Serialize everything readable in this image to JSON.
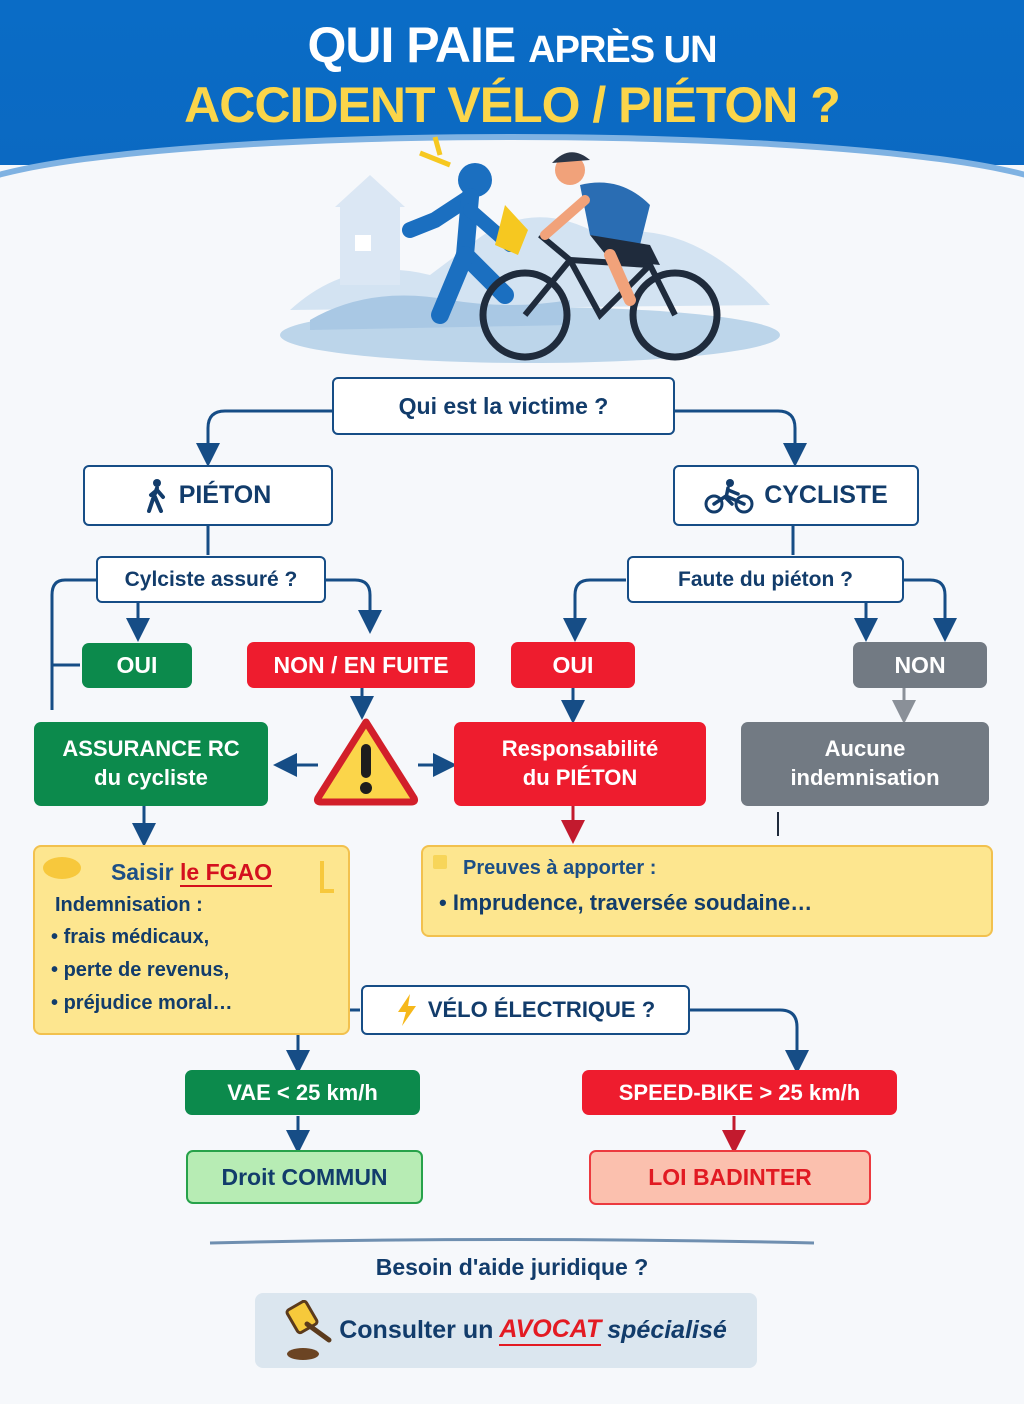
{
  "header": {
    "title_line1_strong": "QUI PAIE",
    "title_line1_small": "APRÈS UN",
    "title_line2": "ACCIDENT VÉLO / PIÉTON ?"
  },
  "illustration": {
    "description": "pedestrian-hit-by-cyclist"
  },
  "flow": {
    "root": "Qui est la victime ?",
    "pedestrian_branch": {
      "label": "PIÉTON",
      "question": "Cylciste assuré ?",
      "yes": "OUI",
      "no": "NON / EN FUITE",
      "yes_result_line1": "ASSURANCE RC",
      "yes_result_line2": "du cycliste",
      "fgao_note": {
        "title_prefix": "Saisir",
        "title_highlight": "le FGAO",
        "subtitle": "Indemnisation :",
        "items": [
          "frais médicaux,",
          "perte de revenus,",
          "préjudice moral…"
        ]
      }
    },
    "cyclist_branch": {
      "label": "CYCLISTE",
      "question": "Faute du piéton ?",
      "yes": "OUI",
      "no": "NON",
      "yes_result_line1": "Responsabilité",
      "yes_result_line2": "du PIÉTON",
      "no_result_line1": "Aucune",
      "no_result_line2": "indemnisation",
      "proof_note": {
        "title": "Preuves à apporter :",
        "items": [
          "Imprudence, traversée soudaine…"
        ]
      }
    },
    "electric": {
      "question": "VÉLO ÉLECTRIQUE ?",
      "left_option": "VAE < 25 km/h",
      "left_result": "Droit COMMUN",
      "right_option": "SPEED-BIKE > 25 km/h",
      "right_result": "LOI BADINTER"
    }
  },
  "footer": {
    "question": "Besoin d'aide juridique ?",
    "cta_prefix": "Consulter un",
    "cta_highlight": "AVOCAT",
    "cta_suffix": "spécialisé"
  },
  "colors": {
    "header_blue": "#0b69c2",
    "title_yellow": "#fbd54a",
    "navy": "#123c6b",
    "green": "#0c8a4c",
    "red": "#ee1c2e",
    "gray": "#727a83",
    "note_yellow": "#fde68f"
  }
}
